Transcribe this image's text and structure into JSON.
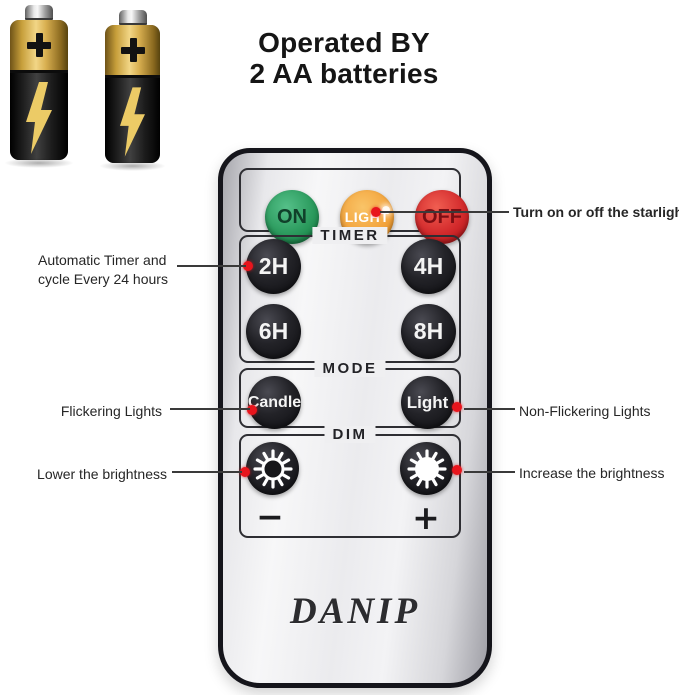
{
  "header": {
    "title_line1": "Operated BY",
    "title_line2": "2 AA batteries"
  },
  "batteries": {
    "type": "AA battery",
    "count": 2
  },
  "remote": {
    "brand": "DANIP",
    "power": {
      "on_label": "ON",
      "light_label": "LIGHT",
      "off_label": "OFF"
    },
    "timer": {
      "label": "TIMER",
      "buttons": [
        "2H",
        "4H",
        "6H",
        "8H"
      ]
    },
    "mode": {
      "label": "MODE",
      "candle_label": "Candle",
      "light_label": "Light"
    },
    "dim": {
      "label": "DIM",
      "minus_symbol": "−",
      "plus_symbol": "+"
    }
  },
  "annotations": {
    "power_off": "Turn on or off the starlight",
    "timer_line1": "Automatic Timer and",
    "timer_line2": "cycle Every 24 hours",
    "mode_candle": "Flickering Lights",
    "mode_light": "Non-Flickering Lights",
    "dim_lower": "Lower the brightness",
    "dim_increase": "Increase the brightness"
  },
  "colors": {
    "on_green": "#2b9a5d",
    "light_orange": "#f3a43d",
    "off_red": "#d32a2c",
    "button_black": "#1a1a1e",
    "marker_red": "#e8151d",
    "battery_gold": "#d2a53e"
  }
}
